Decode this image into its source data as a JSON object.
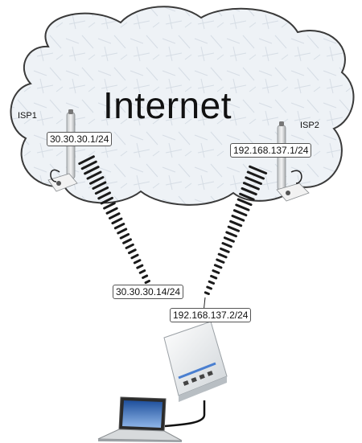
{
  "cloud": {
    "title": "Internet"
  },
  "isp1": {
    "name": "ISP1",
    "gateway": "30.30.30.1/24"
  },
  "isp2": {
    "name": "ISP2",
    "gateway": "192.168.137.1/24"
  },
  "router": {
    "wan1": "30.30.30.14/24",
    "wan2": "192.168.137.2/24"
  },
  "icons": {
    "cloud": "cloud-icon",
    "antenna1": "antenna-icon",
    "antenna2": "antenna-icon",
    "router": "router-icon",
    "laptop": "laptop-icon"
  },
  "colors": {
    "cloud_fill": "#eef2f6",
    "cloud_stroke": "#3a3a3a",
    "signal": "#1a1a1a"
  }
}
